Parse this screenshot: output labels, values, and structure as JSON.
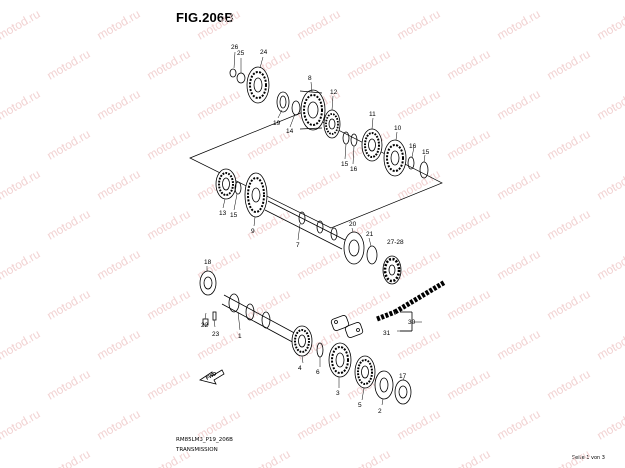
{
  "figure": {
    "title": "FIG.206B",
    "code": "RM85LM3_P19_206B",
    "subtitle": "TRANSMISSION",
    "page_label": "Seite 1 von 3",
    "direction_label": "FWD",
    "watermark_text": "motod.ru"
  },
  "callouts": [
    {
      "id": "c26",
      "text": "26"
    },
    {
      "id": "c25",
      "text": "25"
    },
    {
      "id": "c24",
      "text": "24"
    },
    {
      "id": "c8",
      "text": "8"
    },
    {
      "id": "c12",
      "text": "12"
    },
    {
      "id": "c19",
      "text": "19"
    },
    {
      "id": "c14",
      "text": "14"
    },
    {
      "id": "c11",
      "text": "11"
    },
    {
      "id": "c10",
      "text": "10"
    },
    {
      "id": "c16a",
      "text": "16"
    },
    {
      "id": "c15a",
      "text": "15"
    },
    {
      "id": "c15b",
      "text": "15"
    },
    {
      "id": "c16b",
      "text": "16"
    },
    {
      "id": "c13",
      "text": "13"
    },
    {
      "id": "c15c",
      "text": "15"
    },
    {
      "id": "c9",
      "text": "9"
    },
    {
      "id": "c7",
      "text": "7"
    },
    {
      "id": "c20",
      "text": "20"
    },
    {
      "id": "c21",
      "text": "21"
    },
    {
      "id": "c2728",
      "text": "27-28"
    },
    {
      "id": "c18",
      "text": "18"
    },
    {
      "id": "c22",
      "text": "22"
    },
    {
      "id": "c23",
      "text": "23"
    },
    {
      "id": "c1",
      "text": "1"
    },
    {
      "id": "c30",
      "text": "30"
    },
    {
      "id": "c31",
      "text": "31"
    },
    {
      "id": "c4",
      "text": "4"
    },
    {
      "id": "c6",
      "text": "6"
    },
    {
      "id": "c3",
      "text": "3"
    },
    {
      "id": "c5",
      "text": "5"
    },
    {
      "id": "c17",
      "text": "17"
    },
    {
      "id": "c2",
      "text": "2"
    }
  ],
  "colors": {
    "line": "#000000",
    "watermark": "#f2d2d2",
    "background": "#ffffff"
  }
}
